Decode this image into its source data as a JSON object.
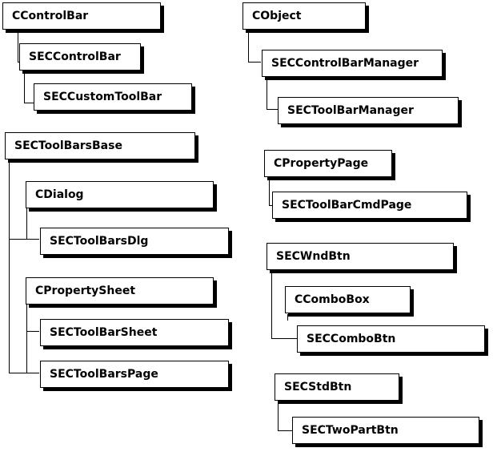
{
  "classes": {
    "ccontrolbar": "CControlBar",
    "seccontrolbar": "SECControlBar",
    "seccustomtoolbar": "SECCustomToolBar",
    "sectoolbarsbase": "SECToolBarsBase",
    "cdialog": "CDialog",
    "sectoolbarsdlg": "SECToolBarsDlg",
    "cpropertysheet": "CPropertySheet",
    "sectoolbarsheet": "SECToolBarSheet",
    "sectoolbarspage": "SECToolBarsPage",
    "cobject": "CObject",
    "seccontrolbarmanager": "SECControlBarManager",
    "sectoolbarmanager": "SECToolBarManager",
    "cpropertypage": "CPropertyPage",
    "sectoolbarcmdpage": "SECToolBarCmdPage",
    "secwndbtn": "SECWndBtn",
    "ccombobox": "CComboBox",
    "seccombobtn": "SECComboBtn",
    "secstdbtn": "SECStdBtn",
    "sectwopartbtn": "SECTwoPartBtn"
  }
}
